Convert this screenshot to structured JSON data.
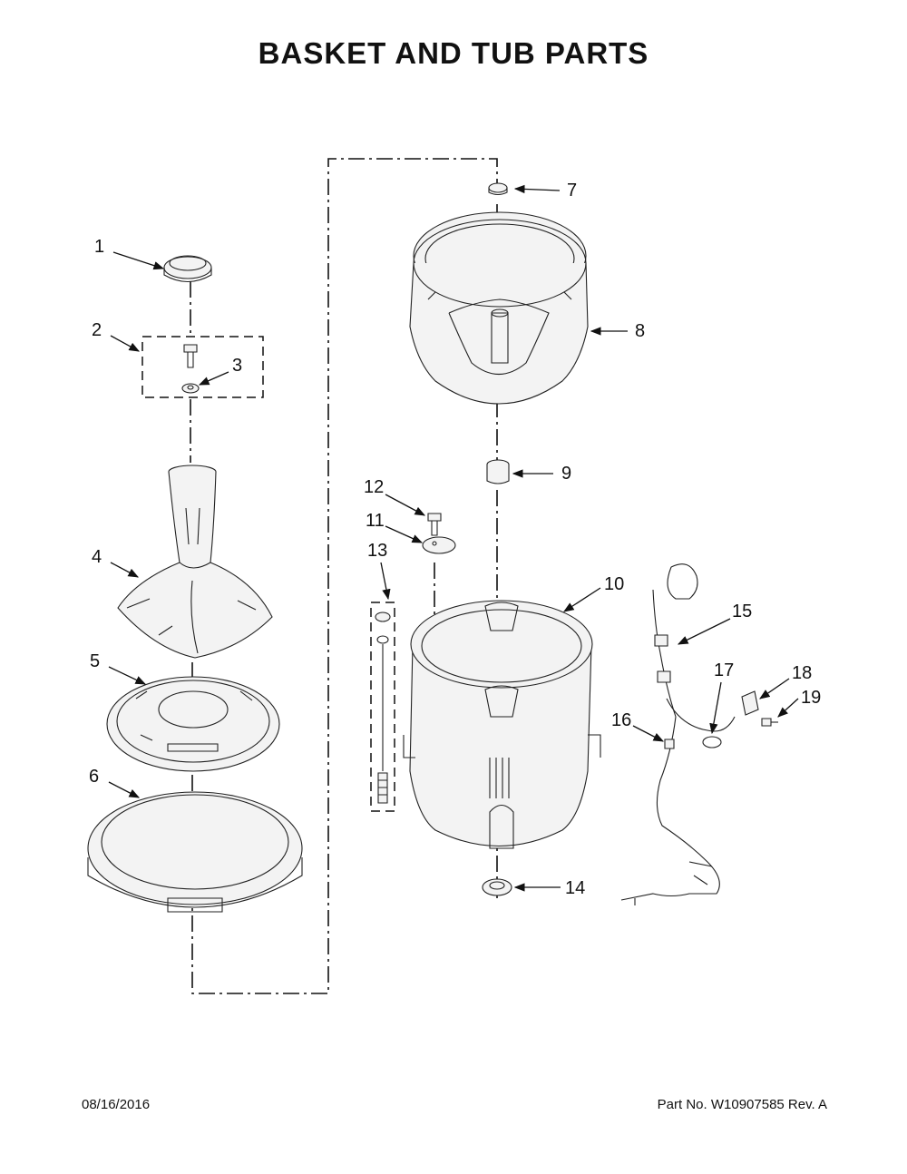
{
  "title": "BASKET AND TUB PARTS",
  "callouts": [
    {
      "id": "1",
      "label": "1"
    },
    {
      "id": "2",
      "label": "2"
    },
    {
      "id": "3",
      "label": "3"
    },
    {
      "id": "4",
      "label": "4"
    },
    {
      "id": "5",
      "label": "5"
    },
    {
      "id": "6",
      "label": "6"
    },
    {
      "id": "7",
      "label": "7"
    },
    {
      "id": "8",
      "label": "8"
    },
    {
      "id": "9",
      "label": "9"
    },
    {
      "id": "10",
      "label": "10"
    },
    {
      "id": "11",
      "label": "11"
    },
    {
      "id": "12",
      "label": "12"
    },
    {
      "id": "13",
      "label": "13"
    },
    {
      "id": "14",
      "label": "14"
    },
    {
      "id": "15",
      "label": "15"
    },
    {
      "id": "16",
      "label": "16"
    },
    {
      "id": "17",
      "label": "17"
    },
    {
      "id": "18",
      "label": "18"
    },
    {
      "id": "19",
      "label": "19"
    }
  ],
  "footer": {
    "date": "08/16/2016",
    "part_no": "Part No.  W10907585  Rev.  A"
  }
}
